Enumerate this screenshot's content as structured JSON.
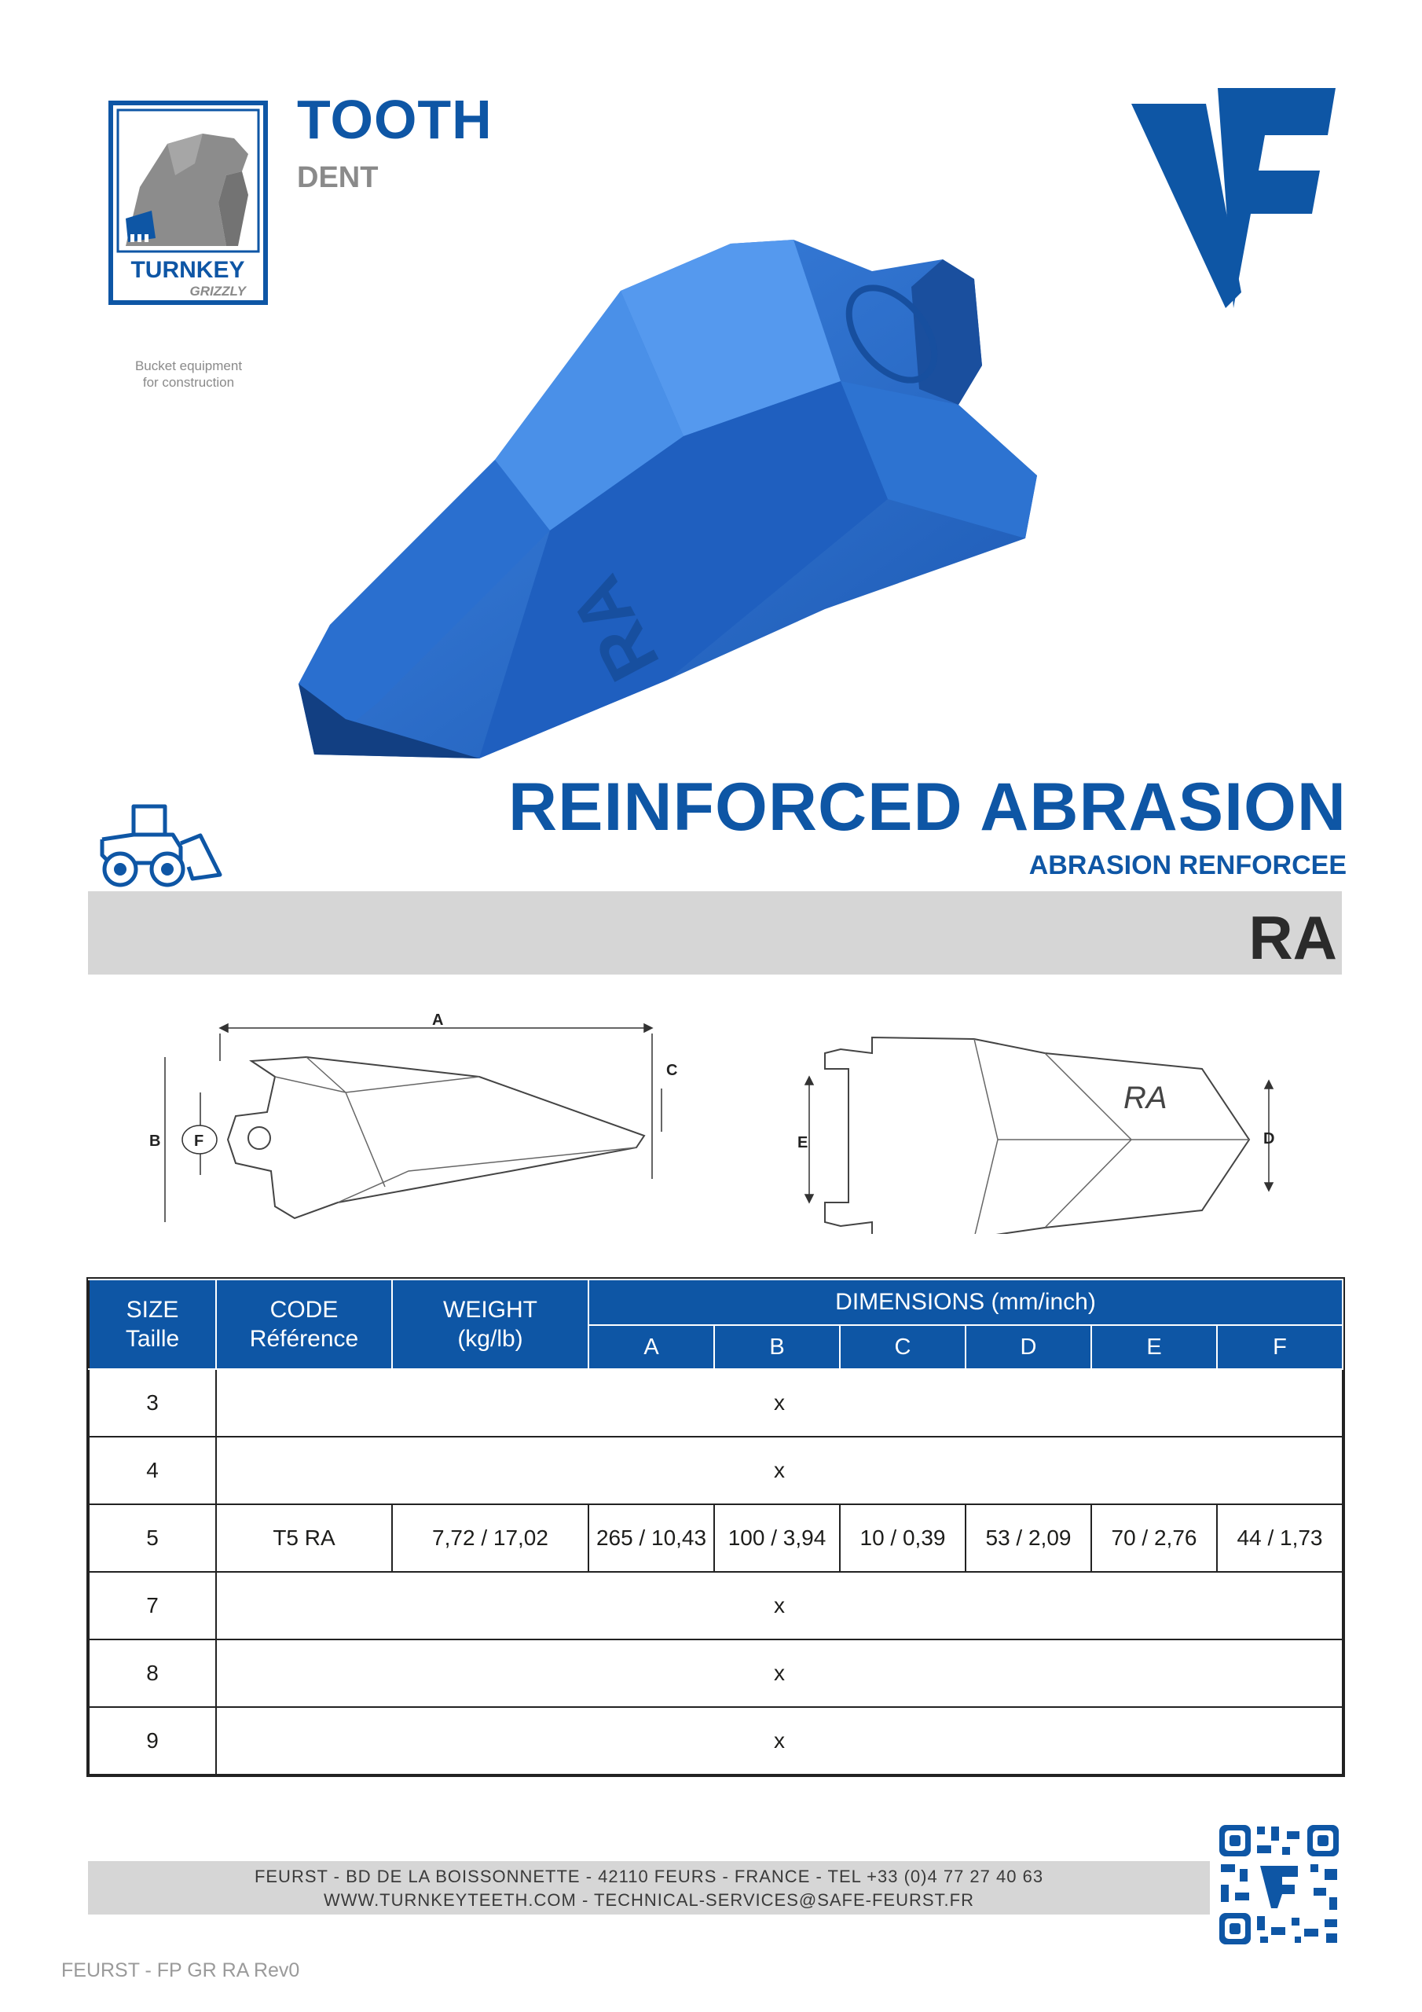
{
  "header": {
    "title_en": "TOOTH",
    "title_fr": "DENT",
    "brand_name": "TURNKEY",
    "brand_sub": "GRIZZLY",
    "brand_tagline_1": "Bucket equipment",
    "brand_tagline_2": "for construction"
  },
  "product": {
    "heading_en": "REINFORCED ABRASION",
    "heading_fr": "ABRASION RENFORCEE",
    "code": "RA",
    "engraving": "RA"
  },
  "drawings": {
    "label_a": "A",
    "label_b": "B",
    "label_c": "C",
    "label_d": "D",
    "label_e": "E",
    "label_f": "F"
  },
  "table": {
    "size_header": "SIZE",
    "size_header_fr": "Taille",
    "code_header": "CODE",
    "code_header_fr": "Référence",
    "weight_header": "WEIGHT",
    "weight_unit": "(kg/lb)",
    "dimensions_header": "DIMENSIONS (mm/inch)",
    "dim_columns": [
      "A",
      "B",
      "C",
      "D",
      "E",
      "F"
    ],
    "rows": [
      {
        "size": "3",
        "placeholder": "x"
      },
      {
        "size": "4",
        "placeholder": "x"
      },
      {
        "size": "5",
        "code": "T5 RA",
        "weight": "7,72 / 17,02",
        "dims": [
          "265 / 10,43",
          "100 / 3,94",
          "10 / 0,39",
          "53 / 2,09",
          "70 / 2,76",
          "44 / 1,73"
        ]
      },
      {
        "size": "7",
        "placeholder": "x"
      },
      {
        "size": "8",
        "placeholder": "x"
      },
      {
        "size": "9",
        "placeholder": "x"
      }
    ]
  },
  "footer": {
    "address": "FEURST - BD DE LA BOISSONNETTE - 42110 FEURS - FRANCE - TEL +33 (0)4 77 27 40 63",
    "web": "WWW.TURNKEYTEETH.COM - TECHNICAL-SERVICES@SAFE-FEURST.FR",
    "doc_ref": "FEURST - FP GR RA Rev0"
  },
  "colors": {
    "brand_blue": "#0e56a5",
    "tooth_blue": "#2a6fcf",
    "band_grey": "#d6d6d6"
  }
}
